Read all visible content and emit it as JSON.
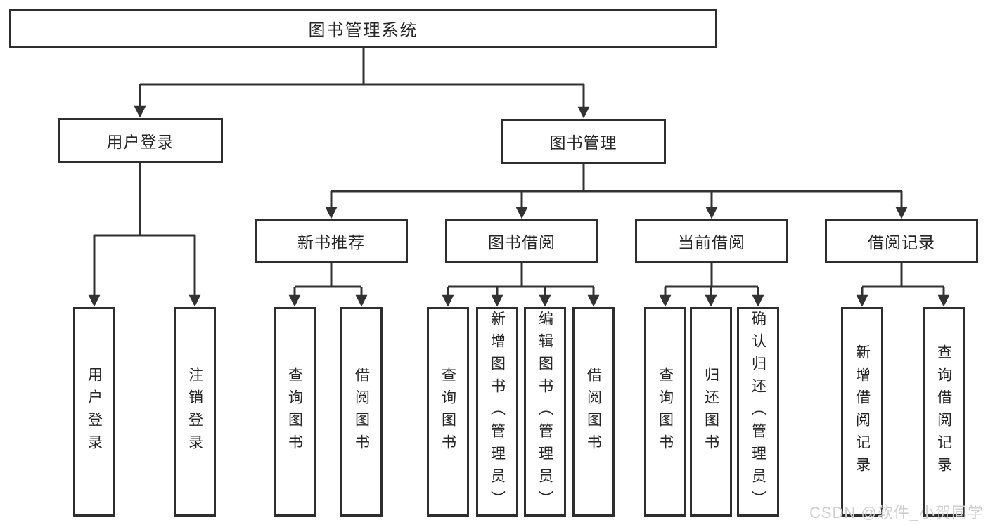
{
  "tree": {
    "root": "图书管理系统",
    "branches": [
      {
        "label": "用户登录",
        "children": [
          "用户登录",
          "注销登录"
        ]
      },
      {
        "label": "图书管理",
        "groups": [
          {
            "label": "新书推荐",
            "children": [
              "查询图书",
              "借阅图书"
            ]
          },
          {
            "label": "图书借阅",
            "children": [
              "查询图书",
              "新增图书（管理员）",
              "编辑图书（管理员）",
              "借阅图书"
            ]
          },
          {
            "label": "当前借阅",
            "children": [
              "查询图书",
              "归还图书",
              "确认归还（管理员）"
            ]
          },
          {
            "label": "借阅记录",
            "children": [
              "新增借阅记录",
              "查询借阅记录"
            ]
          }
        ]
      }
    ]
  },
  "watermark": "CSDN @软件_小贺同学",
  "colors": {
    "line": "#323232",
    "border": "#2e2e2e",
    "text": "#262626",
    "watermark": "#cfcfcf",
    "background": "#ffffff"
  }
}
